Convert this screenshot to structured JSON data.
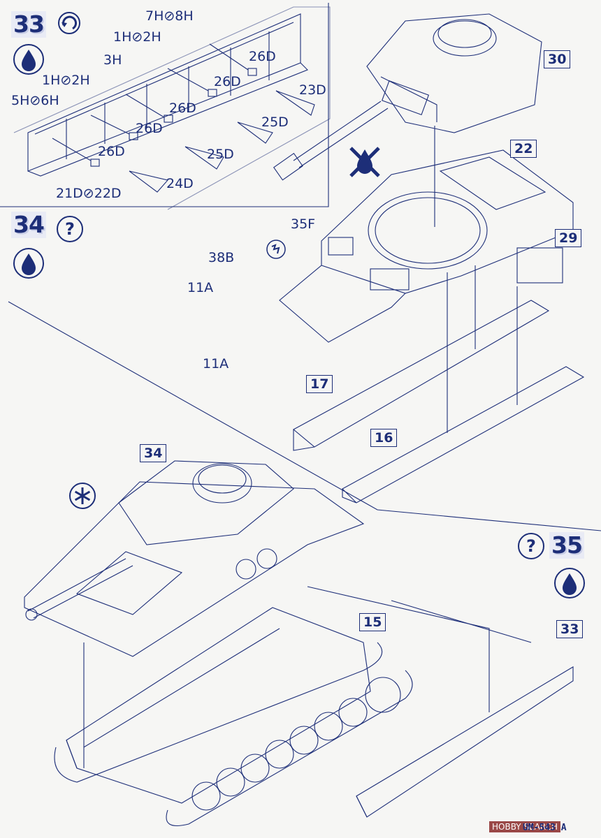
{
  "steps": {
    "s33": "33",
    "s34": "34",
    "s35": "35"
  },
  "step33": {
    "parts": {
      "p7h8h": "7H⊘8H",
      "p1h2h_top": "1H⊘2H",
      "p3h": "3H",
      "p1h2h_low": "1H⊘2H",
      "p5h6h": "5H⊘6H",
      "p26d_a": "26D",
      "p26d_b": "26D",
      "p26d_c": "26D",
      "p26d_d": "26D",
      "p26d_e": "26D",
      "p23d": "23D",
      "p25d_a": "25D",
      "p25d_b": "25D",
      "p24d": "24D",
      "p21d22d": "21D⊘22D"
    }
  },
  "step34": {
    "parts": {
      "p35f": "35F",
      "p38b": "38B",
      "p11a_a": "11A",
      "p11a_b": "11A"
    },
    "refs": {
      "r30": "30",
      "r22": "22",
      "r29": "29",
      "r17": "17",
      "r16": "16"
    }
  },
  "step35": {
    "refs": {
      "r34": "34",
      "r15": "15",
      "r33": "33"
    }
  },
  "icons": [
    "glue-icon",
    "question-icon",
    "rotate-icon",
    "no-glue-icon",
    "asterisk-icon"
  ],
  "colors": {
    "ink": "#1d2e78",
    "paper": "#f6f6f4"
  },
  "footer": {
    "code": "UM-543 A",
    "watermark": "HOBBY SEARCH"
  }
}
